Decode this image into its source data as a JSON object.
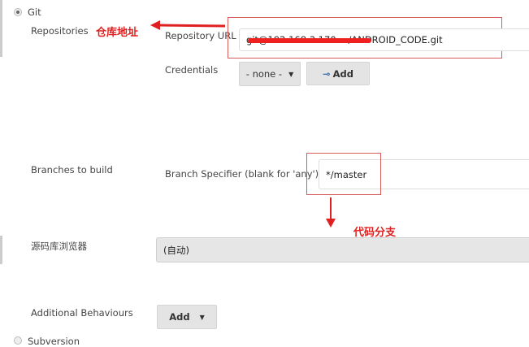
{
  "scm_options": {
    "git": "Git",
    "subversion": "Subversion"
  },
  "repositories": {
    "label": "Repositories",
    "annotation": "仓库地址",
    "url_label": "Repository URL",
    "url_value": "git@192.168.3.170:.../ANDROID_CODE.git",
    "credentials_label": "Credentials",
    "credentials_value": "- none -",
    "add_label": "Add"
  },
  "branches": {
    "label": "Branches to build",
    "specifier_label": "Branch Specifier (blank for 'any')",
    "specifier_value": "*/master",
    "annotation": "代码分支"
  },
  "browser": {
    "label": "源码库浏览器",
    "value": "(自动)"
  },
  "behaviours": {
    "label": "Additional Behaviours",
    "add_label": "Add"
  },
  "colors": {
    "annotation": "#e02020"
  }
}
